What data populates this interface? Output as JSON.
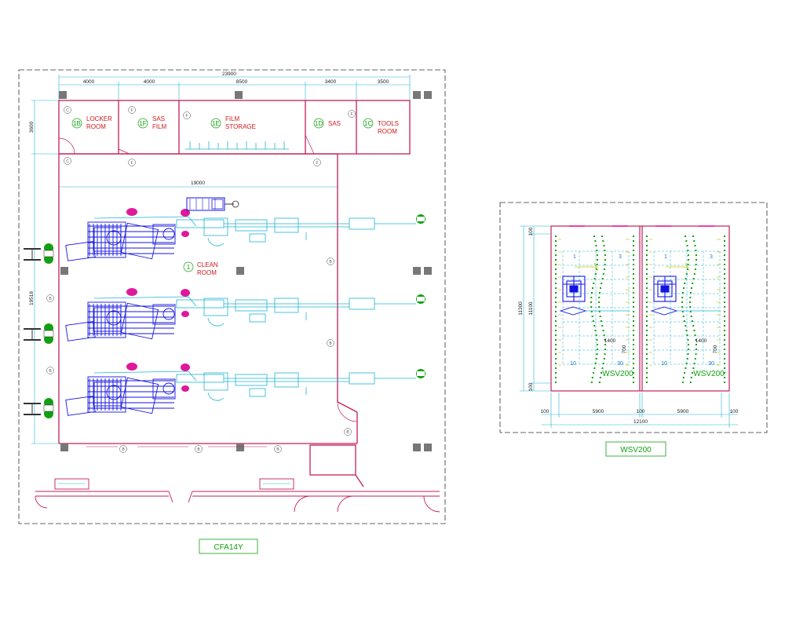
{
  "colors": {
    "wall": "#c41e5a",
    "machine": "#1414e0",
    "pipe": "#1eb4d2",
    "dimension": "#222222",
    "label_red": "#d01818",
    "label_green": "#12a012",
    "pink": "#e0189a"
  },
  "left_plan": {
    "title": "CFA14Y",
    "dim_total": "23900",
    "dim_segments": [
      "4000",
      "4000",
      "8500",
      "3400",
      "3500"
    ],
    "dim_room_height": "3600",
    "dim_clean_width": "19000",
    "dim_clean_height": "19518",
    "rooms": [
      {
        "number": "1B",
        "line1": "LOCKER",
        "line2": "ROOM"
      },
      {
        "number": "1F",
        "line1": "SAS",
        "line2": "FILM"
      },
      {
        "number": "1E",
        "line1": "FILM",
        "line2": "STORAGE"
      },
      {
        "number": "1D",
        "line1": "SAS",
        "line2": ""
      },
      {
        "number": "1C",
        "line1": "TOOLS",
        "line2": "ROOM"
      }
    ],
    "clean_room": {
      "number": "1",
      "line1": "CLEAN",
      "line2": "ROOM"
    },
    "markers": {
      "c": "C",
      "f": "F",
      "b": "B"
    }
  },
  "right_plan": {
    "title": "WSV200",
    "dim_total_width": "12100",
    "dim_bay": "5900",
    "dim_wall": "100",
    "dim_height_outer": "11300",
    "dim_height_inner": "11100",
    "dim_top": "100",
    "dim_bottom": "100",
    "bays": [
      {
        "label": "WSV200",
        "dim_width": "1400",
        "dim_side": "700",
        "cells": [
          "1",
          "3",
          "10",
          "30"
        ]
      },
      {
        "label": "WSV200",
        "dim_width": "1400",
        "dim_side": "700",
        "cells": [
          "1",
          "3",
          "10",
          "30"
        ]
      }
    ]
  }
}
